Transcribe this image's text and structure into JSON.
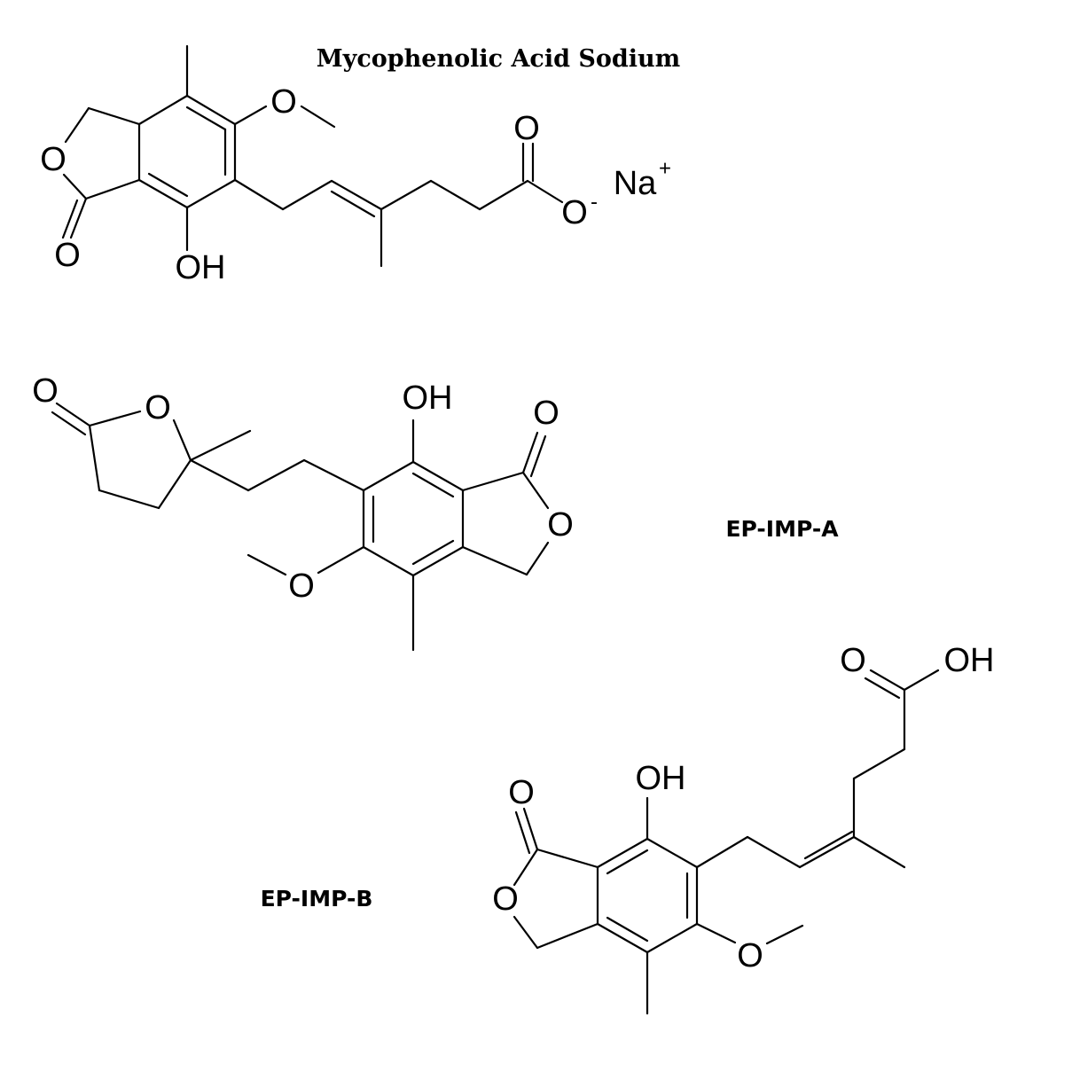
{
  "structures": [
    {
      "caption": "Mycophenolic Acid Sodium",
      "atom_labels": {
        "ring_o": "O",
        "carbonyl_o": "O",
        "methoxy_o": "O",
        "hydroxyl": "OH",
        "acid_carbonyl_o": "O",
        "carboxylate_o": "O",
        "carboxylate_charge": "-",
        "counterion": "Na",
        "counterion_charge": "+"
      }
    },
    {
      "caption": "EP-IMP-A",
      "atom_labels": {
        "lactone_carbonyl_o": "O",
        "lactone_ring_o": "O",
        "hydroxyl": "OH",
        "phthalide_carbonyl_o": "O",
        "phthalide_ring_o": "O",
        "methoxy_o": "O"
      }
    },
    {
      "caption": "EP-IMP-B",
      "atom_labels": {
        "acid_carbonyl_o": "O",
        "acid_hydroxyl": "OH",
        "hydroxyl": "OH",
        "phthalide_carbonyl_o": "O",
        "phthalide_ring_o": "O",
        "methoxy_o": "O"
      }
    }
  ]
}
